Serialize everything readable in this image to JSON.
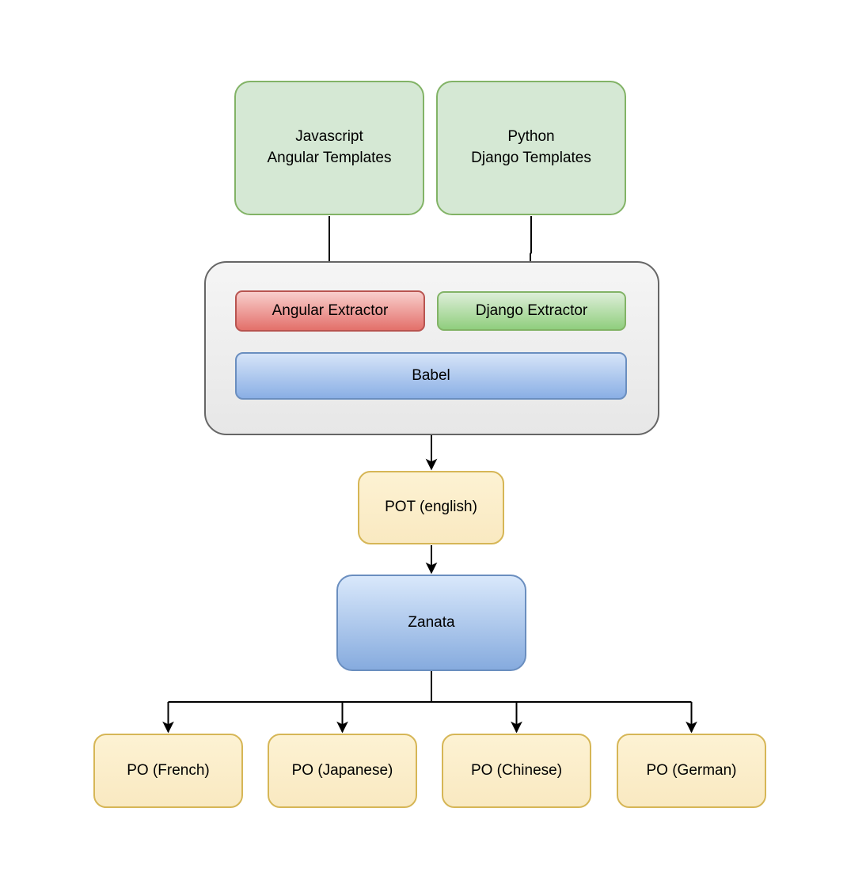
{
  "diagram": {
    "background_color": "#ffffff",
    "nodes": {
      "javascript_templates": {
        "line1": "Javascript",
        "line2": "Angular Templates",
        "fill": "#d5e8d4",
        "border": "#82b366"
      },
      "python_templates": {
        "line1": "Python",
        "line2": "Django Templates",
        "fill": "#d5e8d4",
        "border": "#82b366"
      },
      "extractor_container": {
        "fill": "#ededed",
        "border": "#666666"
      },
      "angular_extractor": {
        "label": "Angular Extractor",
        "fill_top": "#f8cecc",
        "fill_bottom": "#e3706a",
        "border": "#b85450"
      },
      "django_extractor": {
        "label": "Django Extractor",
        "fill_top": "#ddeed8",
        "fill_bottom": "#90ce7e",
        "border": "#82b366"
      },
      "babel": {
        "label": "Babel",
        "fill_top": "#d6e4f8",
        "fill_bottom": "#8aafe5",
        "border": "#6a8ebf"
      },
      "pot": {
        "label": "POT (english)",
        "fill": "#fdf0cd",
        "border": "#d6b656"
      },
      "zanata": {
        "label": "Zanata",
        "fill_top": "#d9e8fb",
        "fill_bottom": "#86abde",
        "border": "#6a8ebf"
      },
      "po_outputs": [
        {
          "label": "PO (French)"
        },
        {
          "label": "PO (Japanese)"
        },
        {
          "label": "PO (Chinese)"
        },
        {
          "label": "PO (German)"
        }
      ],
      "po_style": {
        "fill": "#fdf0cd",
        "border": "#d6b656"
      }
    },
    "edges": [
      {
        "from": "javascript_templates",
        "to": "angular_extractor"
      },
      {
        "from": "python_templates",
        "to": "django_extractor"
      },
      {
        "from": "babel",
        "to": "pot"
      },
      {
        "from": "pot",
        "to": "zanata"
      },
      {
        "from": "zanata",
        "to": "po_french"
      },
      {
        "from": "zanata",
        "to": "po_japanese"
      },
      {
        "from": "zanata",
        "to": "po_chinese"
      },
      {
        "from": "zanata",
        "to": "po_german"
      }
    ],
    "edge_color": "#000000"
  }
}
